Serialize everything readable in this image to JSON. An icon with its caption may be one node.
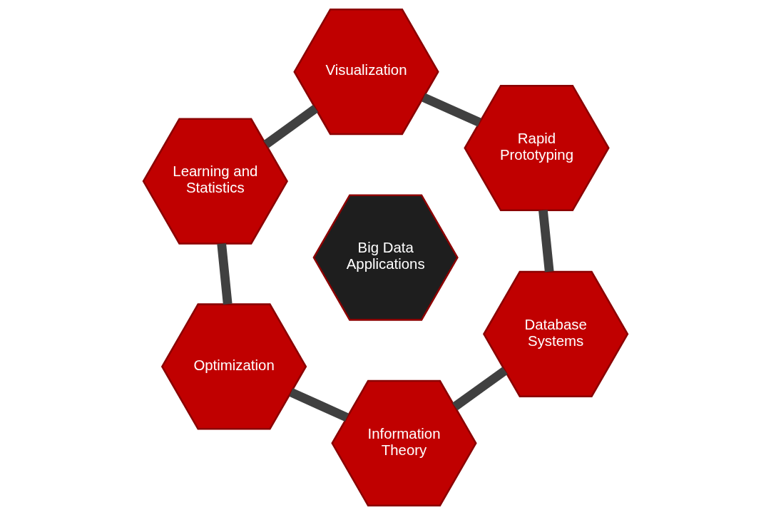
{
  "diagram": {
    "nodes": [
      {
        "text": [
          "Visualization"
        ]
      },
      {
        "text": [
          "Rapid Prototyping"
        ]
      },
      {
        "text": [
          "Learning and Statistics"
        ]
      },
      {
        "text": [
          "Big Data Applications"
        ]
      },
      {
        "text": [
          "Database Systems"
        ]
      },
      {
        "text": [
          "Optimization"
        ]
      },
      {
        "text": [
          "Information Theory"
        ]
      }
    ],
    "edges": [
      {
        "from": 1,
        "to": 0,
        "arrow": "none"
      },
      {
        "from": 0,
        "to": 2,
        "arrow": "none"
      },
      {
        "from": 2,
        "to": 5,
        "arrow": "none"
      },
      {
        "from": 5,
        "to": 6,
        "arrow": "none"
      },
      {
        "from": 6,
        "to": 4,
        "arrow": "none"
      },
      {
        "from": 4,
        "to": 1,
        "arrow": "none"
      }
    ]
  }
}
